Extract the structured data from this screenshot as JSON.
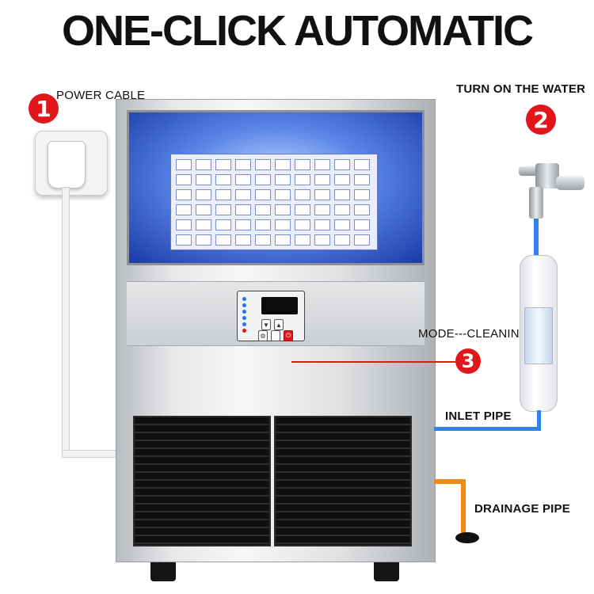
{
  "header": {
    "title": "ONE-CLICK AUTOMATIC"
  },
  "steps": [
    {
      "number": "1",
      "label": "POWER CABLE"
    },
    {
      "number": "2",
      "label": "TURN ON THE WATER"
    },
    {
      "number": "3",
      "label": "MODE---CLEANING"
    }
  ],
  "pipes": {
    "inlet_label": "INLET PIPE",
    "drainage_label": "DRAINAGE PIPE"
  },
  "control_panel": {
    "keys": [
      "▼",
      "▲",
      "⚙",
      "⏻"
    ]
  },
  "colors": {
    "badge": "#e0161b",
    "inlet_pipe": "#2f83e6",
    "drainage_pipe": "#f08a18",
    "window_glow": "#5a86e8"
  }
}
